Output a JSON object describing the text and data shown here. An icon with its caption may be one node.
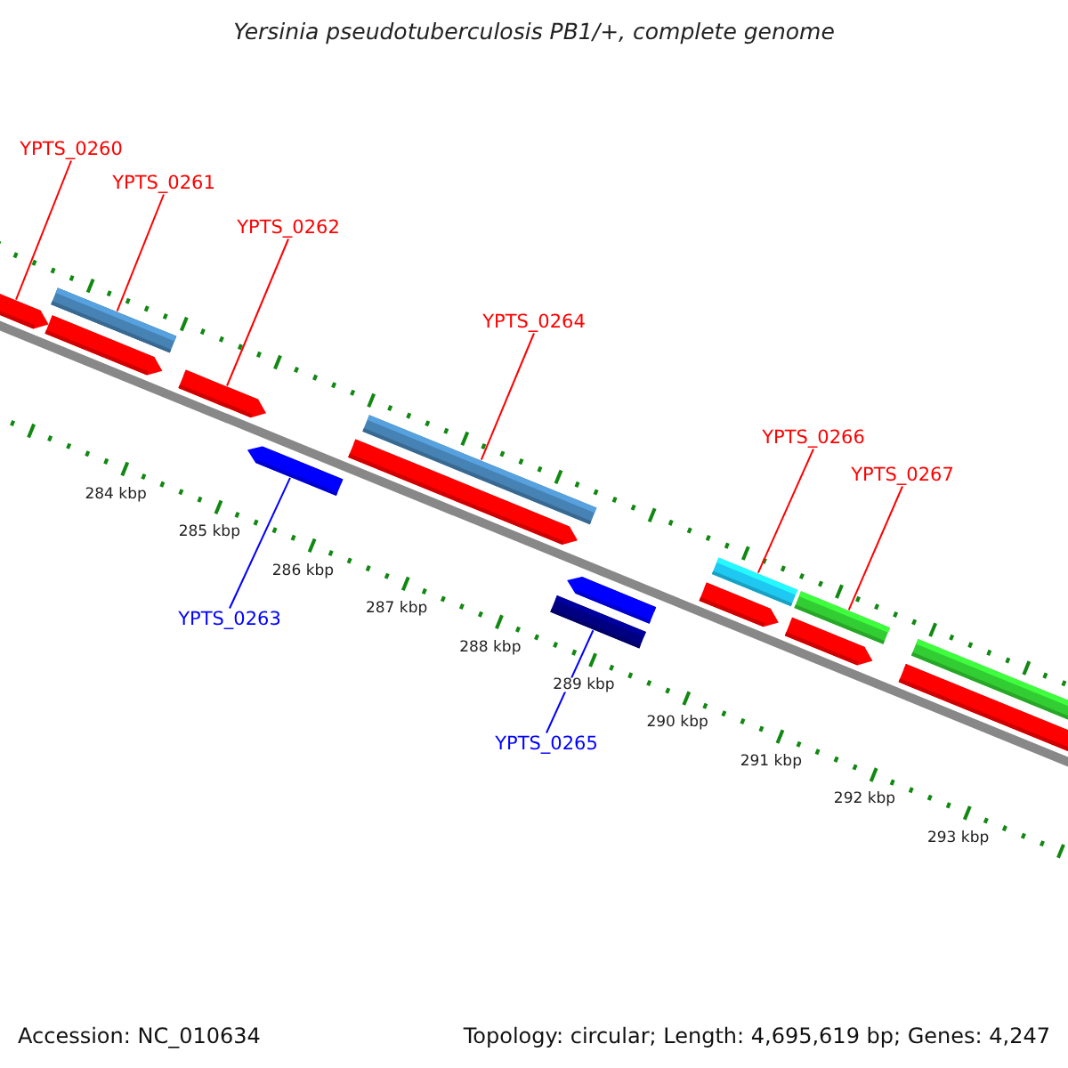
{
  "diagram": {
    "title": "Yersinia pseudotuberculosis PB1/+, complete genome",
    "nodes": [
      {
        "text": [
          "YPTS_0260"
        ]
      },
      {
        "text": [
          "YPTS_0261"
        ]
      },
      {
        "text": [
          "YPTS_0262"
        ]
      },
      {
        "text": [
          "YPTS_0264"
        ]
      },
      {
        "text": [
          "YPTS_0266"
        ]
      },
      {
        "text": [
          "YPTS_0267"
        ]
      },
      {
        "text": [
          "YPTS_0263"
        ]
      },
      {
        "text": [
          "YPTS_0265"
        ]
      },
      {
        "text": [],
        "shape": "arrow"
      },
      {
        "text": [],
        "shape": "bar"
      },
      {
        "text": [],
        "shape": "arrow"
      },
      {
        "text": [],
        "shape": "bar"
      },
      {
        "text": [],
        "shape": "bar"
      },
      {
        "text": [],
        "shape": "bar"
      },
      {
        "text": [],
        "shape": "arrow"
      },
      {
        "text": [],
        "shape": "bar"
      }
    ],
    "edges": [
      {
        "from": 0,
        "to": 8,
        "arrow": "none"
      },
      {
        "from": 1,
        "to": 9,
        "arrow": "none"
      },
      {
        "from": 2,
        "to": 10,
        "arrow": "none"
      },
      {
        "from": 3,
        "to": 11,
        "arrow": "none"
      },
      {
        "from": 4,
        "to": 12,
        "arrow": "none"
      },
      {
        "from": 5,
        "to": 13,
        "arrow": "none"
      },
      {
        "from": 6,
        "to": 14,
        "arrow": "none",
        "color": "#0000ff"
      },
      {
        "from": 7,
        "to": 15,
        "arrow": "none",
        "color": "#0000ff"
      }
    ],
    "labels": [
      "284 kbp",
      "285 kbp",
      "286 kbp",
      "287 kbp",
      "288 kbp",
      "289 kbp",
      "290 kbp",
      "291 kbp",
      "292 kbp",
      "293 kbp",
      "Accession: NC_010634",
      "Topology: circular; Length: 4,695,619 bp; Genes: 4,247"
    ]
  }
}
